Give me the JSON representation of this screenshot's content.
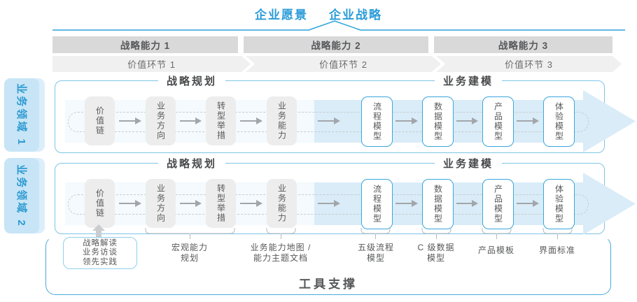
{
  "title": {
    "vision": "企业愿景",
    "strategy": "企业战略"
  },
  "capability_bars": [
    {
      "label": "战略能力 1"
    },
    {
      "label": "战略能力 2"
    },
    {
      "label": "战略能力 3"
    }
  ],
  "value_links": [
    {
      "label": "价值环节 1"
    },
    {
      "label": "价值环节 2"
    },
    {
      "label": "价值环节 3"
    }
  ],
  "domains": [
    {
      "label": "业务领域 1"
    },
    {
      "label": "业务领域 2"
    }
  ],
  "sections": {
    "planning": "战略规划",
    "modeling": "业务建模"
  },
  "pipeline": {
    "gray": [
      "价值链",
      "业务方向",
      "转型举措",
      "业务能力"
    ],
    "blue": [
      "流程模型",
      "数据模型",
      "产品模型",
      "体验模型"
    ]
  },
  "annotations": {
    "practice_box": [
      "战略解读",
      "业务访谈",
      "领先实践"
    ],
    "notes": [
      {
        "line1": "宏观能力",
        "line2": "规划"
      },
      {
        "line1": "业务能力地图 /",
        "line2": "能力主题文档"
      },
      {
        "line1": "五级流程",
        "line2": "模型"
      },
      {
        "line1": "C 级数据",
        "line2": "模型"
      },
      {
        "line1": "产品模板",
        "line2": ""
      },
      {
        "line1": "界面标准",
        "line2": ""
      }
    ]
  },
  "tool_support": {
    "label": "工具支撑"
  },
  "colors": {
    "accent_blue": "#2b9cd8",
    "pointer_line": "#2ba3dc",
    "bar_gray": "#d9d9d9",
    "chevron_gray": "#f0f0f0",
    "tag_fill": "#c7e5f6",
    "box_gray": "#ededed",
    "box_border_blue": "#3aa6dc",
    "row_border": "#7ec5e6",
    "arrow_band_fill": "#d9ecf8",
    "tool_border": "#47aadb",
    "text_dark": "#57585a"
  }
}
